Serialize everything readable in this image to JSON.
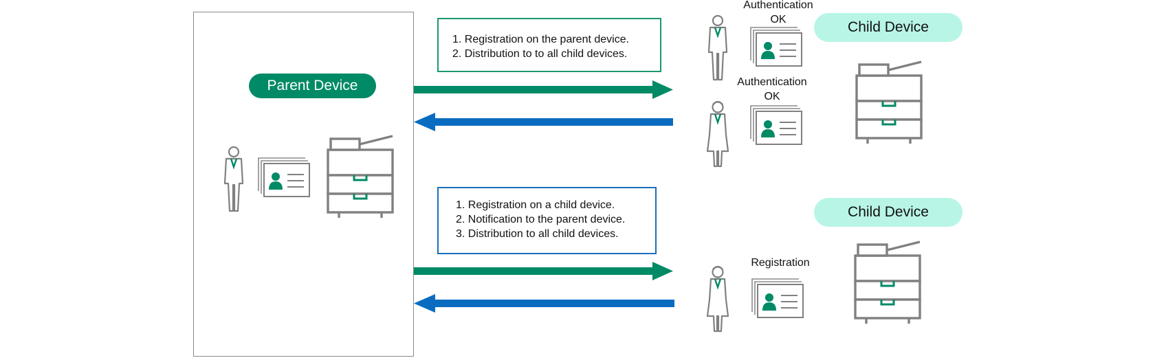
{
  "parent": {
    "label": "Parent Device"
  },
  "children": [
    {
      "label": "Child Device"
    },
    {
      "label": "Child Device"
    }
  ],
  "notes": {
    "top": [
      "1. Registration on  the parent device.",
      "2. Distribution to to all child devices."
    ],
    "bottom": [
      "1. Registration on a child device.",
      "2. Notification to the parent device.",
      "3. Distribution to all child devices."
    ]
  },
  "status_labels": {
    "auth1_line1": "Authentication",
    "auth1_line2": "OK",
    "auth2_line1": "Authentication",
    "auth2_line2": "OK",
    "registration": "Registration"
  },
  "colors": {
    "green": "#008a66",
    "blue": "#0a6cc0",
    "mint": "#b8f5e6",
    "gray": "#808080"
  },
  "icons": {
    "person_male": "man-icon",
    "person_female": "woman-icon",
    "id_card": "id-card-icon",
    "printer": "multifunction-printer-icon",
    "arrow_right": "arrow-right-icon",
    "arrow_left": "arrow-left-icon"
  }
}
